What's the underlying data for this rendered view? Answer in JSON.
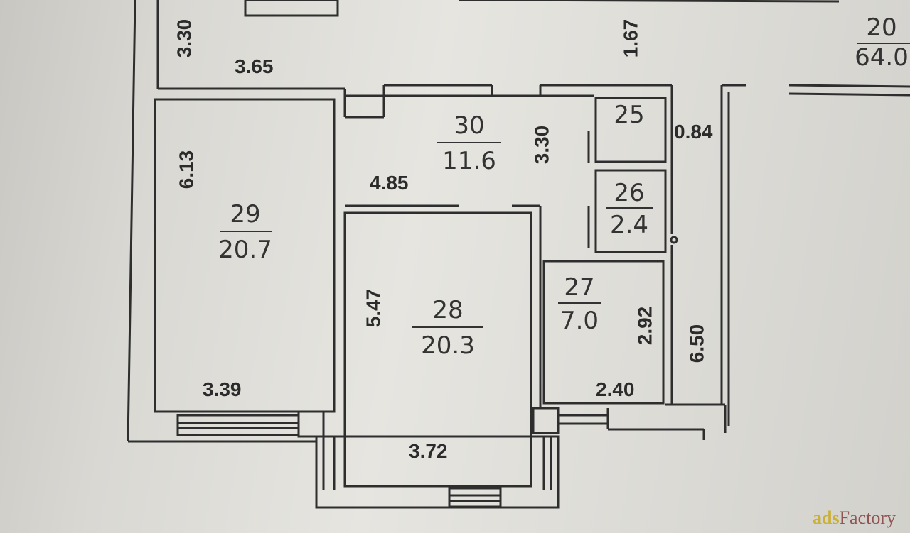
{
  "rooms": [
    {
      "number": "29",
      "area": "20.7"
    },
    {
      "number": "28",
      "area": "20.3"
    },
    {
      "number": "30",
      "area": "11.6"
    },
    {
      "number": "27",
      "area": "7.0"
    },
    {
      "number": "26",
      "area": "2.4"
    },
    {
      "number": "25",
      "area": ""
    },
    {
      "number": "20",
      "area": "64.0"
    }
  ],
  "dimensions": {
    "d330_top": "3.30",
    "d365": "3.65",
    "d167": "1.67",
    "d613": "6.13",
    "d485": "4.85",
    "d330_mid": "3.30",
    "d084": "0.84",
    "d547": "5.47",
    "d292": "2.92",
    "d650": "6.50",
    "d339": "3.39",
    "d240": "2.40",
    "d372": "3.72"
  },
  "watermark": "adsFactory"
}
